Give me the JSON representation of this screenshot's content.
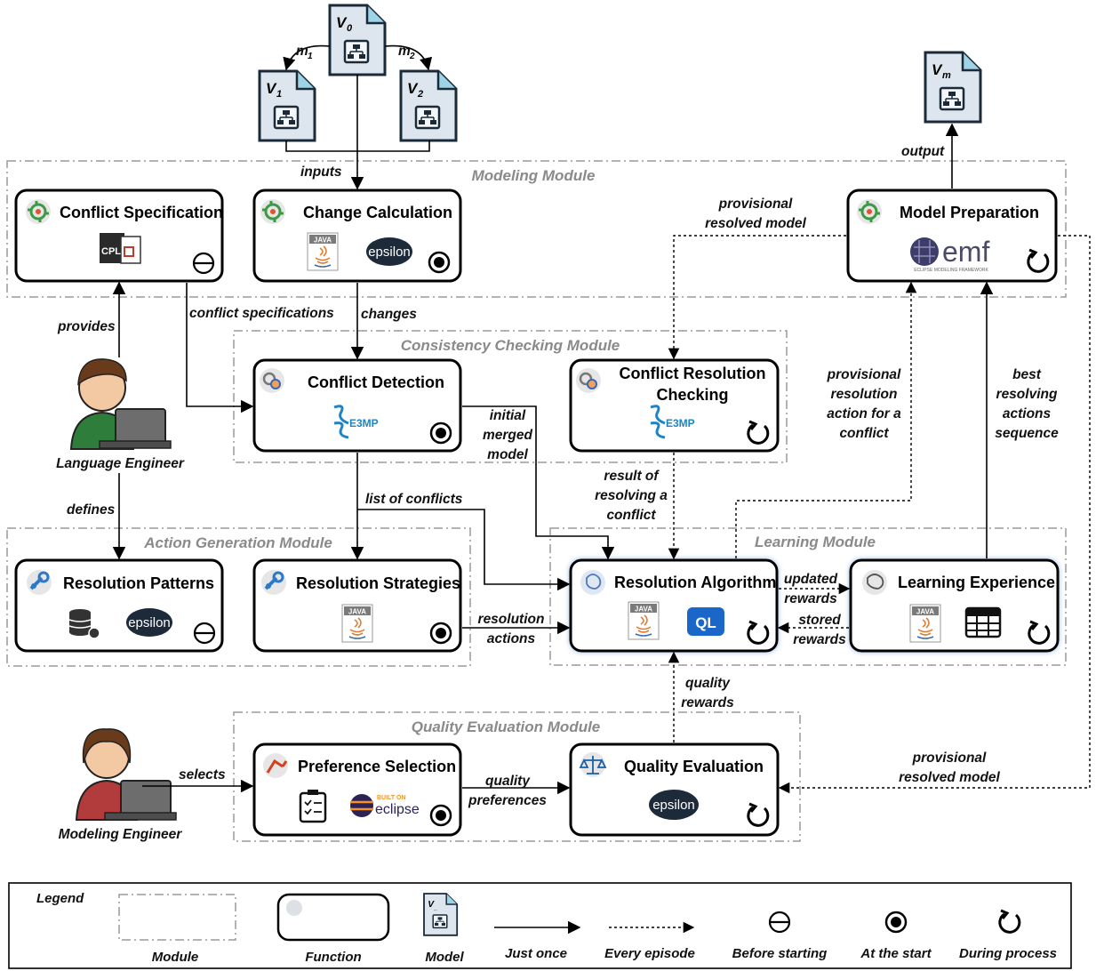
{
  "modules": {
    "modeling": "Modeling Module",
    "consistency": "Consistency Checking Module",
    "action": "Action Generation Module",
    "learning": "Learning Module",
    "quality": "Quality Evaluation Module"
  },
  "functions": {
    "conflict_spec": "Conflict Specification",
    "change_calc": "Change Calculation",
    "model_prep": "Model Preparation",
    "conflict_det": "Conflict Detection",
    "crc_line1": "Conflict Resolution",
    "crc_line2": "Checking",
    "res_patterns": "Resolution Patterns",
    "res_strategies": "Resolution Strategies",
    "res_algorithm": "Resolution Algorithm",
    "learn_exp": "Learning Experience",
    "pref_sel": "Preference Selection",
    "qual_eval": "Quality Evaluation"
  },
  "models": {
    "v0": "V",
    "v0_sub": "0",
    "v1": "V",
    "v1_sub": "1",
    "v2": "V",
    "v2_sub": "2",
    "vm": "V",
    "vm_sub": "m",
    "m1": "m",
    "m1_sub": "1",
    "m2": "m",
    "m2_sub": "2"
  },
  "actors": {
    "language_engineer": "Language Engineer",
    "modeling_engineer": "Modeling Engineer"
  },
  "tools": {
    "cpl": "CPL",
    "java": "JAVA",
    "epsilon": "epsilon",
    "e3mp": "E3MP",
    "emf": "emf",
    "emf_sub": "ECLIPSE MODELING FRAMEWORK",
    "ql": "QL",
    "built_on": "BUILT ON",
    "eclipse": "eclipse"
  },
  "labels": {
    "inputs": "inputs",
    "output": "output",
    "prov_model_top_1": "provisional",
    "prov_model_top_2": "resolved model",
    "provides": "provides",
    "conflict_specs": "conflict specifications",
    "changes": "changes",
    "defines": "defines",
    "initial_1": "initial",
    "initial_2": "merged",
    "initial_3": "model",
    "list_conflicts": "list of conflicts",
    "result_1": "result of",
    "result_2": "resolving a",
    "result_3": "conflict",
    "prov_action_1": "provisional",
    "prov_action_2": "resolution",
    "prov_action_3": "action for a",
    "prov_action_4": "conflict",
    "best_1": "best",
    "best_2": "resolving",
    "best_3": "actions",
    "best_4": "sequence",
    "updated_1": "updated",
    "updated_2": "rewards",
    "stored_1": "stored",
    "stored_2": "rewards",
    "res_actions_1": "resolution",
    "res_actions_2": "actions",
    "quality_rewards_1": "quality",
    "quality_rewards_2": "rewards",
    "selects": "selects",
    "quality_pref_1": "quality",
    "quality_pref_2": "preferences",
    "prov_model_bottom_1": "provisional",
    "prov_model_bottom_2": "resolved model"
  },
  "legend": {
    "title": "Legend",
    "module": "Module",
    "function": "Function",
    "model": "Model",
    "model_icon": "V",
    "model_icon_sub": "_",
    "just_once": "Just once",
    "every_episode": "Every episode",
    "before_starting": "Before starting",
    "at_start": "At the start",
    "during_process": "During process"
  }
}
